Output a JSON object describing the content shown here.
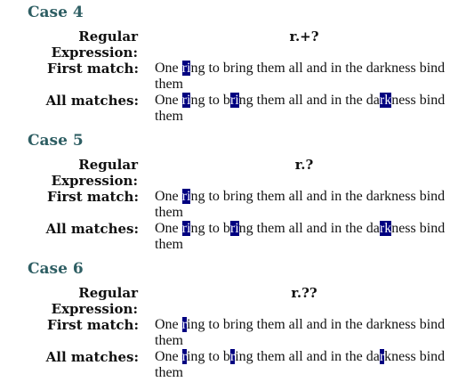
{
  "labels": {
    "regular_line1": "Regular",
    "regular_line2": "Expression:",
    "first_match": "First match:",
    "all_matches": "All matches:"
  },
  "colors": {
    "heading": "#2e5e63",
    "highlight_bg": "#000080",
    "highlight_fg": "#ffffff"
  },
  "cases": [
    {
      "title": "Case 4",
      "regex": "r.+?",
      "first_match_segments": [
        {
          "text": "One ",
          "hl": false
        },
        {
          "text": "ri",
          "hl": true
        },
        {
          "text": "ng to bring them all and in the darkness bind them",
          "hl": false
        }
      ],
      "all_matches_segments": [
        {
          "text": "One ",
          "hl": false
        },
        {
          "text": "ri",
          "hl": true
        },
        {
          "text": "ng to b",
          "hl": false
        },
        {
          "text": "ri",
          "hl": true
        },
        {
          "text": "ng them all and in the da",
          "hl": false
        },
        {
          "text": "rk",
          "hl": true
        },
        {
          "text": "ness bind them",
          "hl": false
        }
      ]
    },
    {
      "title": "Case 5",
      "regex": "r.?",
      "first_match_segments": [
        {
          "text": "One ",
          "hl": false
        },
        {
          "text": "ri",
          "hl": true
        },
        {
          "text": "ng to bring them all and in the darkness bind them",
          "hl": false
        }
      ],
      "all_matches_segments": [
        {
          "text": "One ",
          "hl": false
        },
        {
          "text": "ri",
          "hl": true
        },
        {
          "text": "ng to b",
          "hl": false
        },
        {
          "text": "ri",
          "hl": true
        },
        {
          "text": "ng them all and in the da",
          "hl": false
        },
        {
          "text": "rk",
          "hl": true
        },
        {
          "text": "ness bind them",
          "hl": false
        }
      ]
    },
    {
      "title": "Case 6",
      "regex": "r.??",
      "first_match_segments": [
        {
          "text": "One ",
          "hl": false
        },
        {
          "text": "r",
          "hl": true
        },
        {
          "text": "ing to bring them all and in the darkness bind them",
          "hl": false
        }
      ],
      "all_matches_segments": [
        {
          "text": "One ",
          "hl": false
        },
        {
          "text": "r",
          "hl": true
        },
        {
          "text": "ing to b",
          "hl": false
        },
        {
          "text": "r",
          "hl": true
        },
        {
          "text": "ing them all and in the da",
          "hl": false
        },
        {
          "text": "r",
          "hl": true
        },
        {
          "text": "kness bind them",
          "hl": false
        }
      ]
    }
  ]
}
